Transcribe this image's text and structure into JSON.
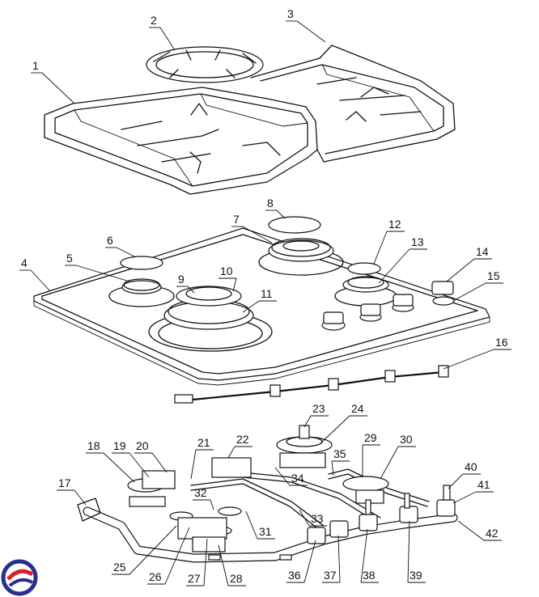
{
  "callouts": [
    {
      "label": "1"
    },
    {
      "label": "2"
    },
    {
      "label": "3"
    },
    {
      "label": "4"
    },
    {
      "label": "5"
    },
    {
      "label": "6"
    },
    {
      "label": "7"
    },
    {
      "label": "8"
    },
    {
      "label": "9"
    },
    {
      "label": "10"
    },
    {
      "label": "11"
    },
    {
      "label": "12"
    },
    {
      "label": "13"
    },
    {
      "label": "14"
    },
    {
      "label": "15"
    },
    {
      "label": "16"
    },
    {
      "label": "17"
    },
    {
      "label": "18"
    },
    {
      "label": "19"
    },
    {
      "label": "20"
    },
    {
      "label": "21"
    },
    {
      "label": "22"
    },
    {
      "label": "23"
    },
    {
      "label": "24"
    },
    {
      "label": "25"
    },
    {
      "label": "26"
    },
    {
      "label": "27"
    },
    {
      "label": "28"
    },
    {
      "label": "29"
    },
    {
      "label": "30"
    },
    {
      "label": "31"
    },
    {
      "label": "32"
    },
    {
      "label": "33"
    },
    {
      "label": "34"
    },
    {
      "label": "35"
    },
    {
      "label": "36"
    },
    {
      "label": "37"
    },
    {
      "label": "38"
    },
    {
      "label": "39"
    },
    {
      "label": "40"
    },
    {
      "label": "41"
    },
    {
      "label": "42"
    }
  ],
  "logo": {
    "colors": {
      "blue": "#2a2f8f",
      "red": "#d6222a"
    }
  }
}
